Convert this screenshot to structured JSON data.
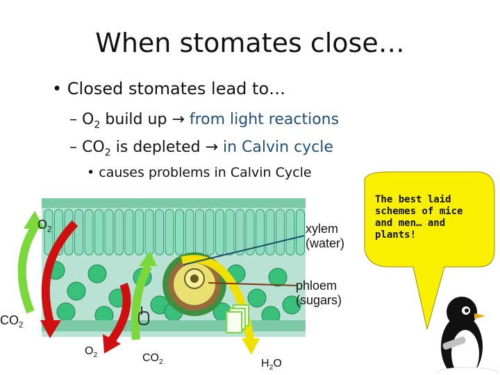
{
  "slide": {
    "title": "When stomates close…",
    "bullet1": "Closed stomates lead to…",
    "sub1_prefix": "– O",
    "sub1_sub": "2",
    "sub1_text": " build up ",
    "sub1_arrow": "→",
    "sub1_blue": " from light reactions",
    "sub2_prefix": "– CO",
    "sub2_sub": "2",
    "sub2_text": " is depleted ",
    "sub2_arrow": "→",
    "sub2_blue": " in Calvin cycle",
    "bullet2": "causes problems in Calvin Cycle"
  },
  "diagram": {
    "o2_top": "O",
    "o2_top_sub": "2",
    "xylem_line1": "xylem",
    "xylem_line2": "(water)",
    "phloem_line1": "phloem",
    "phloem_line2": "(sugars)",
    "co2_left": "CO",
    "co2_left_sub": "2",
    "o2_bottom": "O",
    "o2_bottom_sub": "2",
    "co2_bottom": "CO",
    "co2_bottom_sub": "2",
    "h2o_prefix": "H",
    "h2o_sub": "2",
    "h2o_suffix": "O"
  },
  "callout": {
    "text": "The best laid schemes of mice and men… and plants!"
  },
  "colors": {
    "leaf_bg": "#9fd3c2",
    "cell_green": "#39c07a",
    "arrow_red": "#d01010",
    "arrow_green": "#7ad83a",
    "arrow_yellow": "#f0e000",
    "bubble": "#f8f000",
    "blue_text": "#1f4e79"
  }
}
